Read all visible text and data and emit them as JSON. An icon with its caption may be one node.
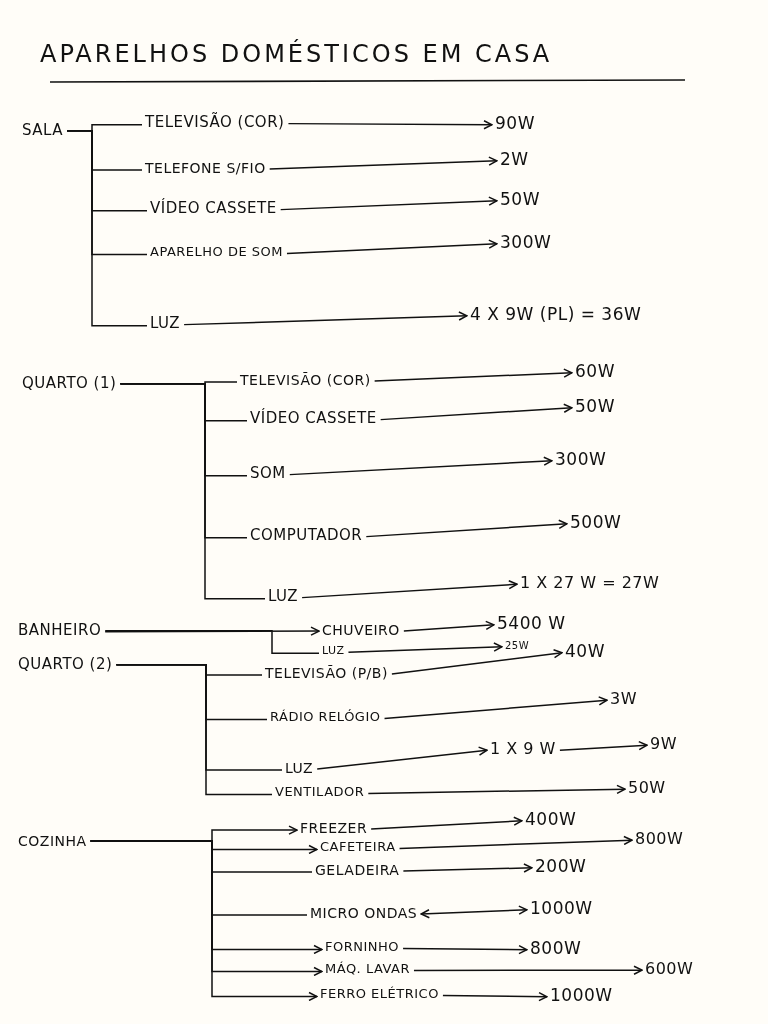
{
  "diagram": {
    "title": "APARELHOS DOMÉSTICOS EM CASA",
    "nodes": [
      {
        "text": [
          "SALA"
        ]
      },
      {
        "text": [
          "TELEVISÃO (COR)"
        ]
      },
      {
        "text": [
          "90W"
        ]
      },
      {
        "text": [
          "TELEFONE S/FIO"
        ]
      },
      {
        "text": [
          "2W"
        ]
      },
      {
        "text": [
          "VÍDEO CASSETE"
        ]
      },
      {
        "text": [
          "50W"
        ]
      },
      {
        "text": [
          "APARELHO DE SOM"
        ]
      },
      {
        "text": [
          "300W"
        ]
      },
      {
        "text": [
          "LUZ"
        ]
      },
      {
        "text": [
          "4 X 9W (PL) = 36W"
        ]
      },
      {
        "text": [
          "QUARTO (1)"
        ]
      },
      {
        "text": [
          "TELEVISÃO (COR)"
        ]
      },
      {
        "text": [
          "60W"
        ]
      },
      {
        "text": [
          "VÍDEO CASSETE"
        ]
      },
      {
        "text": [
          "50W"
        ]
      },
      {
        "text": [
          "SOM"
        ]
      },
      {
        "text": [
          "300W"
        ]
      },
      {
        "text": [
          "COMPUTADOR"
        ]
      },
      {
        "text": [
          "500W"
        ]
      },
      {
        "text": [
          "LUZ"
        ]
      },
      {
        "text": [
          "1 X 27 W = 27W"
        ]
      },
      {
        "text": [
          "BANHEIRO"
        ]
      },
      {
        "text": [
          "CHUVEIRO"
        ]
      },
      {
        "text": [
          "5400 W"
        ]
      },
      {
        "text": [
          "LUZ"
        ]
      },
      {
        "text": [
          "25W"
        ]
      },
      {
        "text": [
          "QUARTO (2)"
        ]
      },
      {
        "text": [
          "TELEVISÃO (P/B)"
        ]
      },
      {
        "text": [
          "40W"
        ]
      },
      {
        "text": [
          "RÁDIO RELÓGIO"
        ]
      },
      {
        "text": [
          "3W"
        ]
      },
      {
        "text": [
          "LUZ"
        ]
      },
      {
        "text": [
          "1 X 9 W"
        ]
      },
      {
        "text": [
          "9W"
        ]
      },
      {
        "text": [
          "VENTILADOR"
        ]
      },
      {
        "text": [
          "50W"
        ]
      },
      {
        "text": [
          "COZINHA"
        ]
      },
      {
        "text": [
          "FREEZER"
        ]
      },
      {
        "text": [
          "400W"
        ]
      },
      {
        "text": [
          "CAFETEIRA"
        ]
      },
      {
        "text": [
          "800W"
        ]
      },
      {
        "text": [
          "GELADEIRA"
        ]
      },
      {
        "text": [
          "200W"
        ]
      },
      {
        "text": [
          "MICRO ONDAS"
        ]
      },
      {
        "text": [
          "1000W"
        ]
      },
      {
        "text": [
          "FORNINHO"
        ]
      },
      {
        "text": [
          "800W"
        ]
      },
      {
        "text": [
          "MÁQ. LAVAR"
        ]
      },
      {
        "text": [
          "600W"
        ]
      },
      {
        "text": [
          "FERRO ELÉTRICO"
        ]
      },
      {
        "text": [
          "1000W"
        ]
      }
    ],
    "edges": [
      {
        "from": 0,
        "to": 1,
        "arrow": "none"
      },
      {
        "from": 0,
        "to": 3,
        "arrow": "none"
      },
      {
        "from": 0,
        "to": 5,
        "arrow": "none"
      },
      {
        "from": 0,
        "to": 7,
        "arrow": "none"
      },
      {
        "from": 0,
        "to": 9,
        "arrow": "none"
      },
      {
        "from": 1,
        "to": 2,
        "arrow": "to"
      },
      {
        "from": 3,
        "to": 4,
        "arrow": "to"
      },
      {
        "from": 5,
        "to": 6,
        "arrow": "to"
      },
      {
        "from": 7,
        "to": 8,
        "arrow": "to"
      },
      {
        "from": 9,
        "to": 10,
        "arrow": "to"
      },
      {
        "from": 11,
        "to": 12,
        "arrow": "none"
      },
      {
        "from": 11,
        "to": 14,
        "arrow": "none"
      },
      {
        "from": 11,
        "to": 16,
        "arrow": "none"
      },
      {
        "from": 11,
        "to": 18,
        "arrow": "none"
      },
      {
        "from": 11,
        "to": 20,
        "arrow": "none"
      },
      {
        "from": 12,
        "to": 13,
        "arrow": "to"
      },
      {
        "from": 14,
        "to": 15,
        "arrow": "to"
      },
      {
        "from": 16,
        "to": 17,
        "arrow": "to"
      },
      {
        "from": 18,
        "to": 19,
        "arrow": "to"
      },
      {
        "from": 20,
        "to": 21,
        "arrow": "to"
      },
      {
        "from": 22,
        "to": 23,
        "arrow": "to"
      },
      {
        "from": 22,
        "to": 25,
        "arrow": "none"
      },
      {
        "from": 23,
        "to": 24,
        "arrow": "to"
      },
      {
        "from": 25,
        "to": 26,
        "arrow": "to"
      },
      {
        "from": 27,
        "to": 28,
        "arrow": "none"
      },
      {
        "from": 27,
        "to": 30,
        "arrow": "none"
      },
      {
        "from": 27,
        "to": 32,
        "arrow": "none"
      },
      {
        "from": 27,
        "to": 35,
        "arrow": "none"
      },
      {
        "from": 28,
        "to": 29,
        "arrow": "to"
      },
      {
        "from": 30,
        "to": 31,
        "arrow": "to"
      },
      {
        "from": 32,
        "to": 33,
        "arrow": "to"
      },
      {
        "from": 33,
        "to": 34,
        "arrow": "to"
      },
      {
        "from": 35,
        "to": 36,
        "arrow": "to"
      },
      {
        "from": 37,
        "to": 38,
        "arrow": "to"
      },
      {
        "from": 37,
        "to": 40,
        "arrow": "to"
      },
      {
        "from": 37,
        "to": 42,
        "arrow": "none"
      },
      {
        "from": 37,
        "to": 44,
        "arrow": "none"
      },
      {
        "from": 37,
        "to": 46,
        "arrow": "to"
      },
      {
        "from": 37,
        "to": 48,
        "arrow": "to"
      },
      {
        "from": 37,
        "to": 50,
        "arrow": "to"
      },
      {
        "from": 38,
        "to": 39,
        "arrow": "to"
      },
      {
        "from": 40,
        "to": 41,
        "arrow": "to"
      },
      {
        "from": 42,
        "to": 43,
        "arrow": "to"
      },
      {
        "from": 44,
        "to": 45,
        "arrow": "both"
      },
      {
        "from": 46,
        "to": 47,
        "arrow": "to"
      },
      {
        "from": 48,
        "to": 49,
        "arrow": "to"
      },
      {
        "from": 50,
        "to": 51,
        "arrow": "to"
      }
    ]
  }
}
